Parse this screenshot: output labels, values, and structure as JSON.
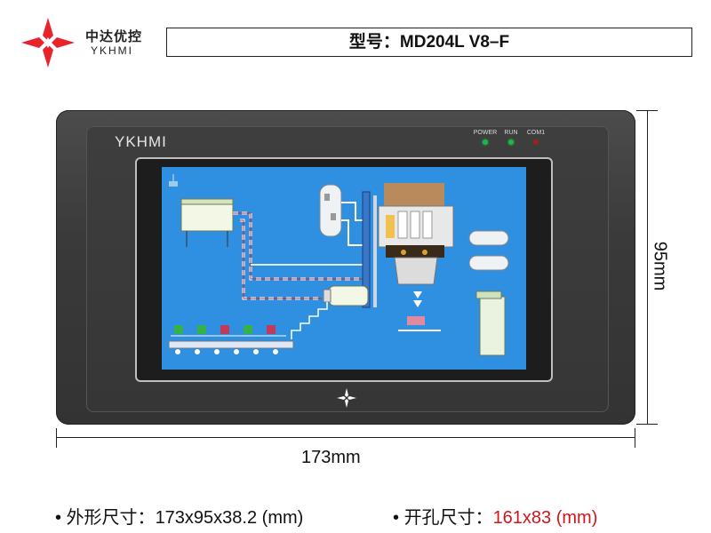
{
  "brand": {
    "name_cn": "中达优控",
    "name_en": "YKHMI"
  },
  "model": {
    "label": "型号：MD204L V8–F"
  },
  "device": {
    "brand_text": "YKHMI",
    "leds": [
      {
        "label": "POWER",
        "color": "#1db84a"
      },
      {
        "label": "RUN",
        "color": "#1db84a"
      },
      {
        "label": "COM1",
        "color": "#a0201a"
      }
    ]
  },
  "dimensions": {
    "height": "95mm",
    "width": "173mm"
  },
  "specs": {
    "outline_label": "外形尺寸：",
    "outline_value": "173x95x38.2 (mm)",
    "cutout_label": "开孔尺寸：",
    "cutout_value": "161x83 (mm)"
  },
  "colors": {
    "screen_bg": "#2f8fe0",
    "accent_red": "#d0161b",
    "logo_red": "#e8232a"
  }
}
